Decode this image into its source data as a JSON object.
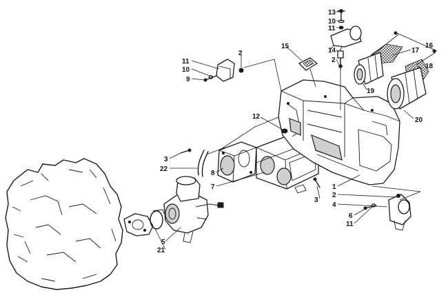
{
  "callouts": [
    {
      "id": "c13",
      "label": "13"
    },
    {
      "id": "c10a",
      "label": "10"
    },
    {
      "id": "c11a",
      "label": "11"
    },
    {
      "id": "c14",
      "label": "14"
    },
    {
      "id": "c2a",
      "label": "2"
    },
    {
      "id": "c15",
      "label": "15"
    },
    {
      "id": "c16",
      "label": "16"
    },
    {
      "id": "c17",
      "label": "17"
    },
    {
      "id": "c18",
      "label": "18"
    },
    {
      "id": "c19",
      "label": "19"
    },
    {
      "id": "c20",
      "label": "20"
    },
    {
      "id": "c11b",
      "label": "11"
    },
    {
      "id": "c10b",
      "label": "10"
    },
    {
      "id": "c9",
      "label": "9"
    },
    {
      "id": "c2b",
      "label": "2"
    },
    {
      "id": "c12",
      "label": "12"
    },
    {
      "id": "c3a",
      "label": "3"
    },
    {
      "id": "c22",
      "label": "22"
    },
    {
      "id": "c8",
      "label": "8"
    },
    {
      "id": "c7",
      "label": "7"
    },
    {
      "id": "c1",
      "label": "1"
    },
    {
      "id": "c3b",
      "label": "3"
    },
    {
      "id": "c2c",
      "label": "2"
    },
    {
      "id": "c4",
      "label": "4"
    },
    {
      "id": "c6",
      "label": "6"
    },
    {
      "id": "c11c",
      "label": "11"
    },
    {
      "id": "c5",
      "label": "5"
    },
    {
      "id": "c21",
      "label": "21"
    }
  ]
}
